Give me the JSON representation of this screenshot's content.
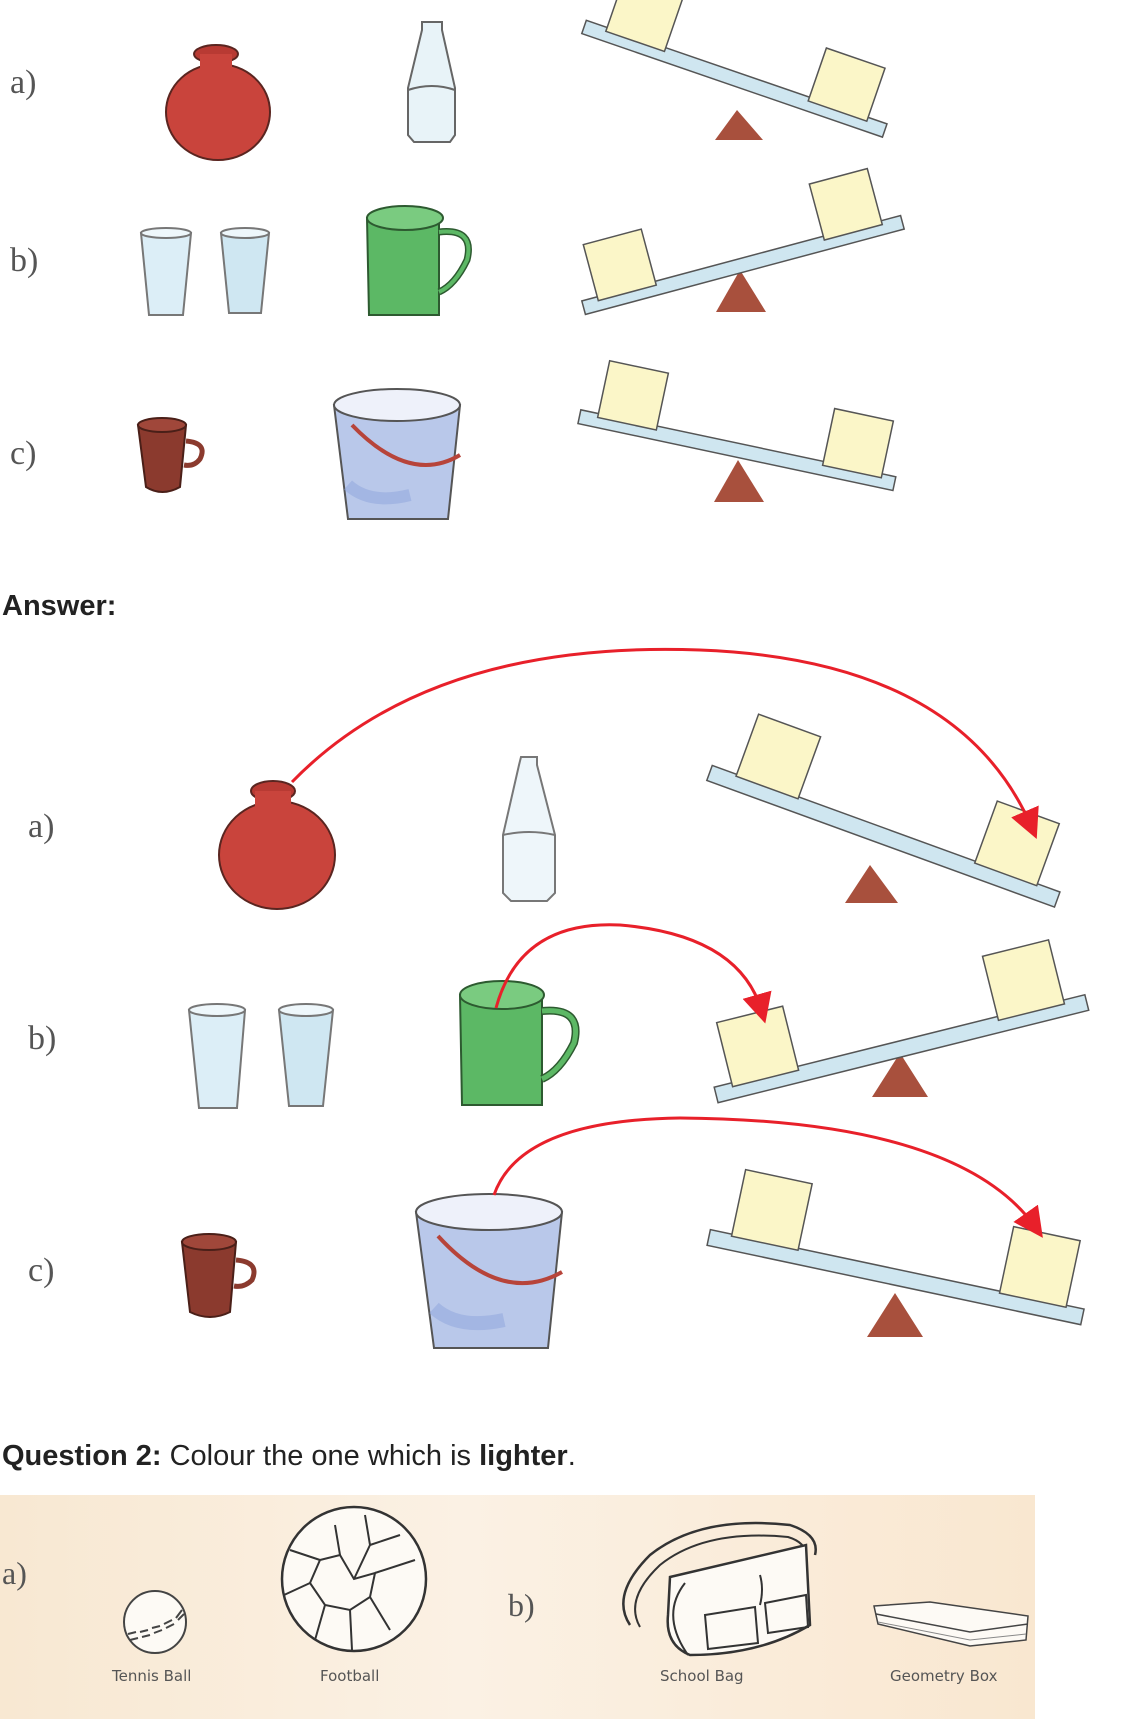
{
  "question1": {
    "rows": [
      {
        "label": "a)",
        "items": [
          "clay pot",
          "milk bottle"
        ],
        "balance": "left-up"
      },
      {
        "label": "b)",
        "items": [
          "two glasses",
          "green jug"
        ],
        "balance": "left-down"
      },
      {
        "label": "c)",
        "items": [
          "small mug",
          "bucket"
        ],
        "balance": "left-up"
      }
    ]
  },
  "answer": {
    "heading": "Answer:",
    "rows": [
      {
        "label": "a)",
        "heavier_item": "clay pot",
        "arrow_to": "lower pan (right)"
      },
      {
        "label": "b)",
        "heavier_item": "green jug",
        "arrow_to": "lower pan (left)"
      },
      {
        "label": "c)",
        "heavier_item": "bucket",
        "arrow_to": "lower pan (right)"
      }
    ],
    "arrow_color": "#e8202a"
  },
  "question2": {
    "prefix": "Question 2:",
    "text": " Colour the one which is ",
    "emphasis": "lighter",
    "suffix": ".",
    "parts": [
      {
        "label": "a)",
        "items": [
          {
            "caption": "Tennis Ball"
          },
          {
            "caption": "Football"
          }
        ]
      },
      {
        "label": "b)",
        "items": [
          {
            "caption": "School Bag"
          },
          {
            "caption": "Geometry Box"
          }
        ]
      }
    ]
  },
  "colors": {
    "pot": "#c9443c",
    "jug_green": "#5cb865",
    "bucket": "#b9c8ea",
    "mug": "#8b3a2e",
    "fulcrum": "#a8503d",
    "beam": "#cfe6f0",
    "pan": "#fbf6c8",
    "panel_bg": "#f8e8d2"
  }
}
